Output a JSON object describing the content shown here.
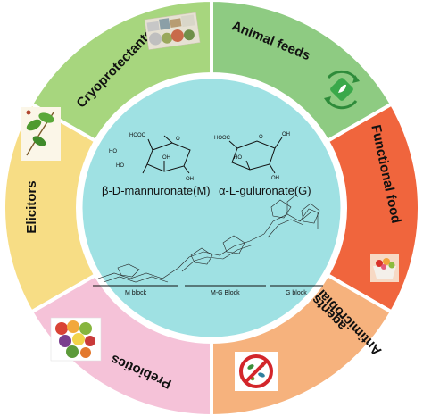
{
  "segments": [
    {
      "id": "cryo",
      "label": "Cryoprotectants",
      "color": "#a7d67e"
    },
    {
      "id": "animal",
      "label": "Animal feeds",
      "color": "#8ecb82"
    },
    {
      "id": "functional",
      "label": "Functional food",
      "color": "#f0653d"
    },
    {
      "id": "antimicrobial",
      "label_line1": "Antimicrobial",
      "label_line2": "agents",
      "color": "#f6b27d"
    },
    {
      "id": "prebiotics",
      "label": "Prebiotics",
      "color": "#f5c2d8"
    },
    {
      "id": "elicitors",
      "label": "Elicitors",
      "color": "#f7dd85"
    }
  ],
  "center": {
    "color": "#9fe1e3",
    "molecule_m_caption": "β-D-mannuronate(M)",
    "molecule_g_caption": "α-L-guluronate(G)",
    "mol_m_labels": {
      "hooc": "HOOC",
      "ho1": "HO",
      "oh1": "OH",
      "ho2": "HO",
      "oh2": "OH",
      "o": "O"
    },
    "mol_g_labels": {
      "hooc": "HOOC",
      "oh1": "OH",
      "ho": "HO",
      "oh2": "OH",
      "o": "O"
    },
    "block_labels": {
      "m": "M block",
      "mg": "M-G Block",
      "g": "G block"
    }
  },
  "icons": {
    "cryo": "frozen-food-photo",
    "animal": "recycle-leaf-icon",
    "functional": "food-bowl-photo",
    "antimicrobial": "no-bacteria-icon",
    "prebiotics": "fruit-vegetable-photo",
    "elicitors": "plant-seedling-photo"
  }
}
